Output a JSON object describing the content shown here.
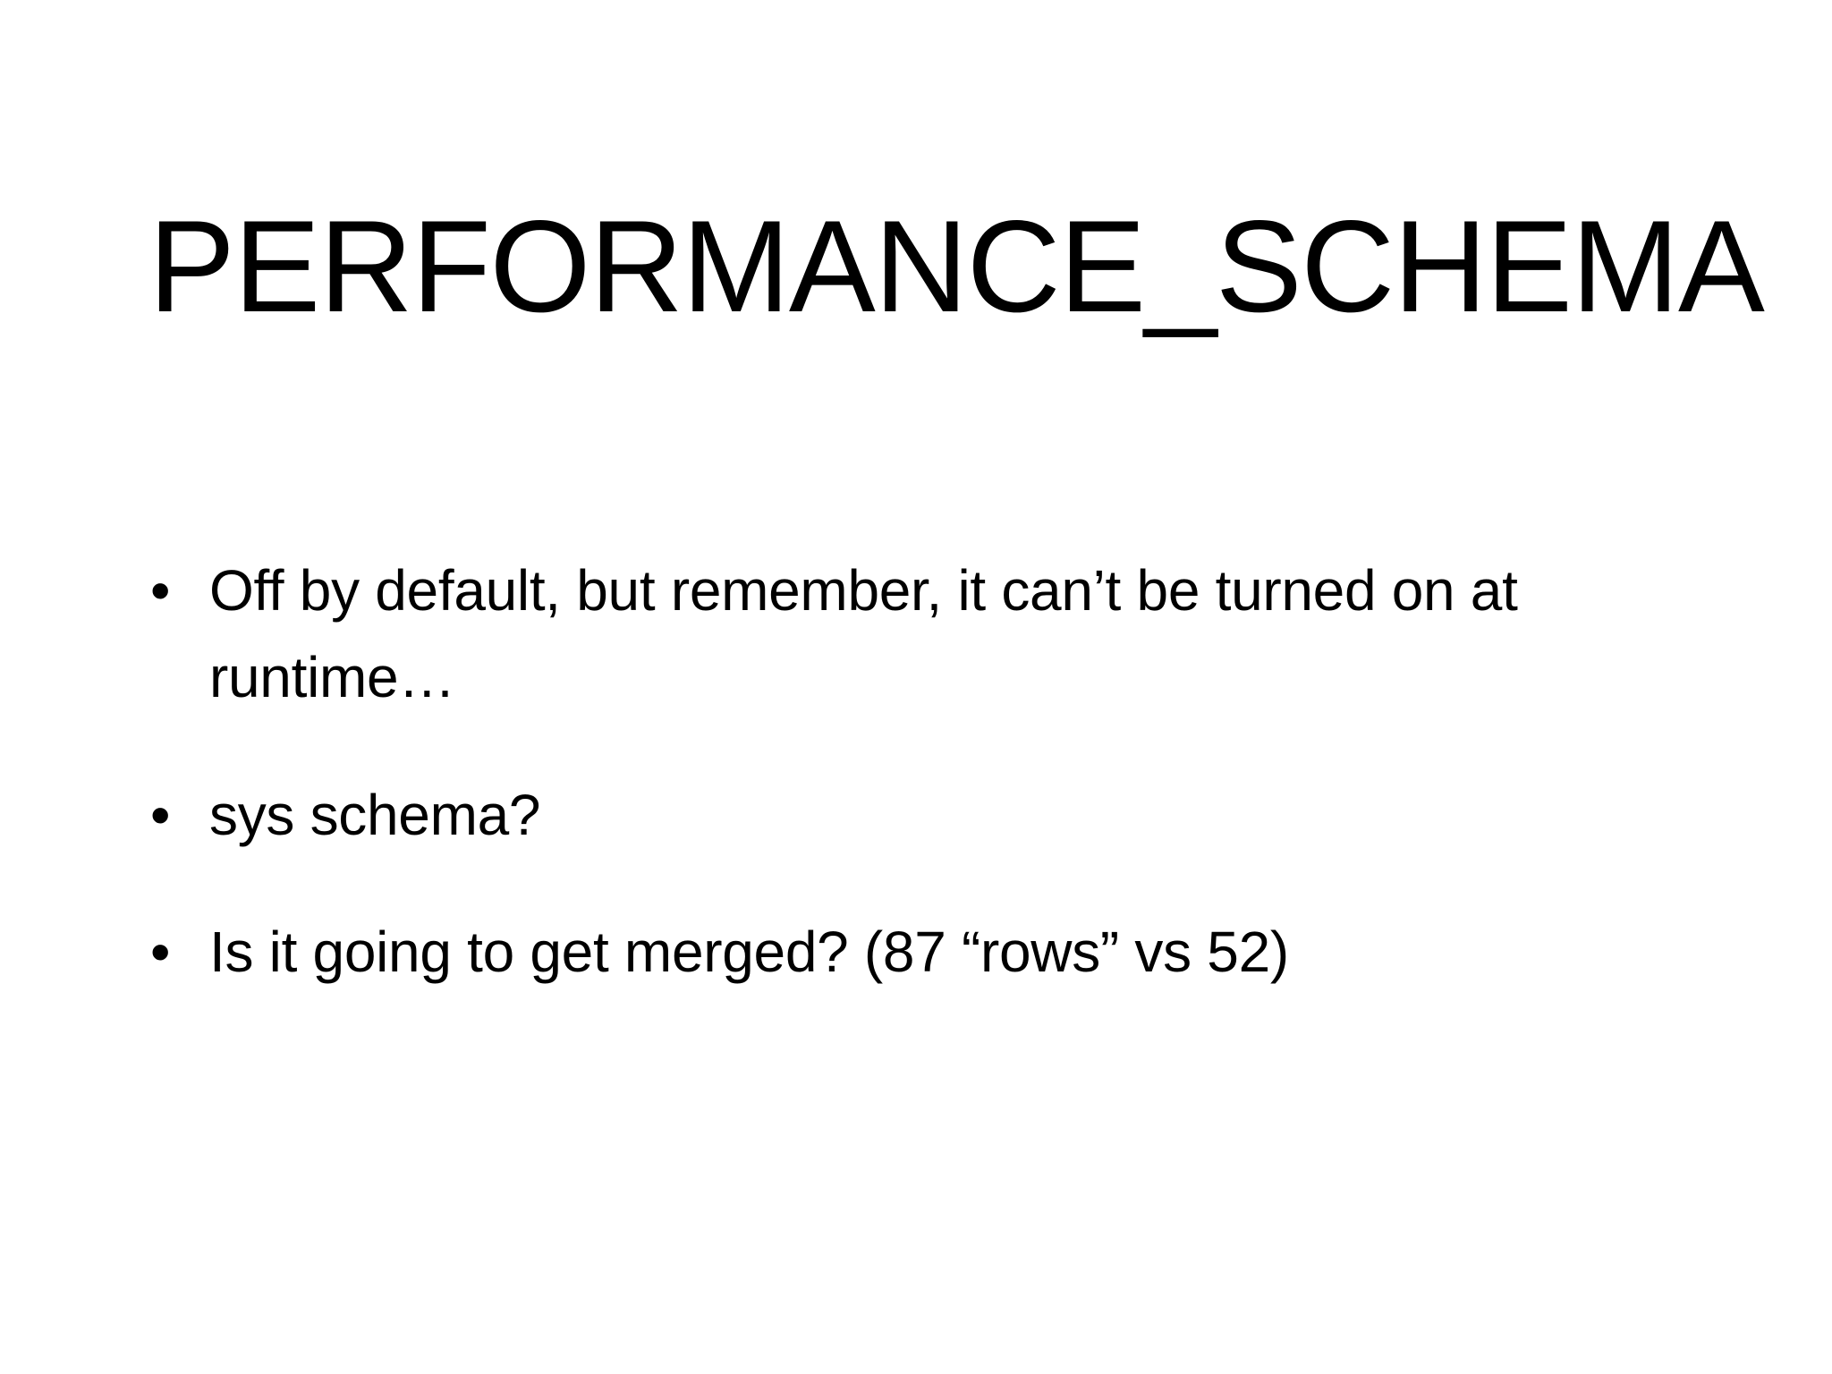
{
  "slide": {
    "title": "PERFORMANCE_SCHEMA",
    "background_color": "#ffffff",
    "text_color": "#000000",
    "bullet_glyph": "•",
    "bullets": [
      {
        "text": "Off by default, but remember, it can’t be turned on at runtime…"
      },
      {
        "text": "sys schema?"
      },
      {
        "text": "Is it going to get merged? (87 “rows” vs 52)"
      }
    ]
  }
}
